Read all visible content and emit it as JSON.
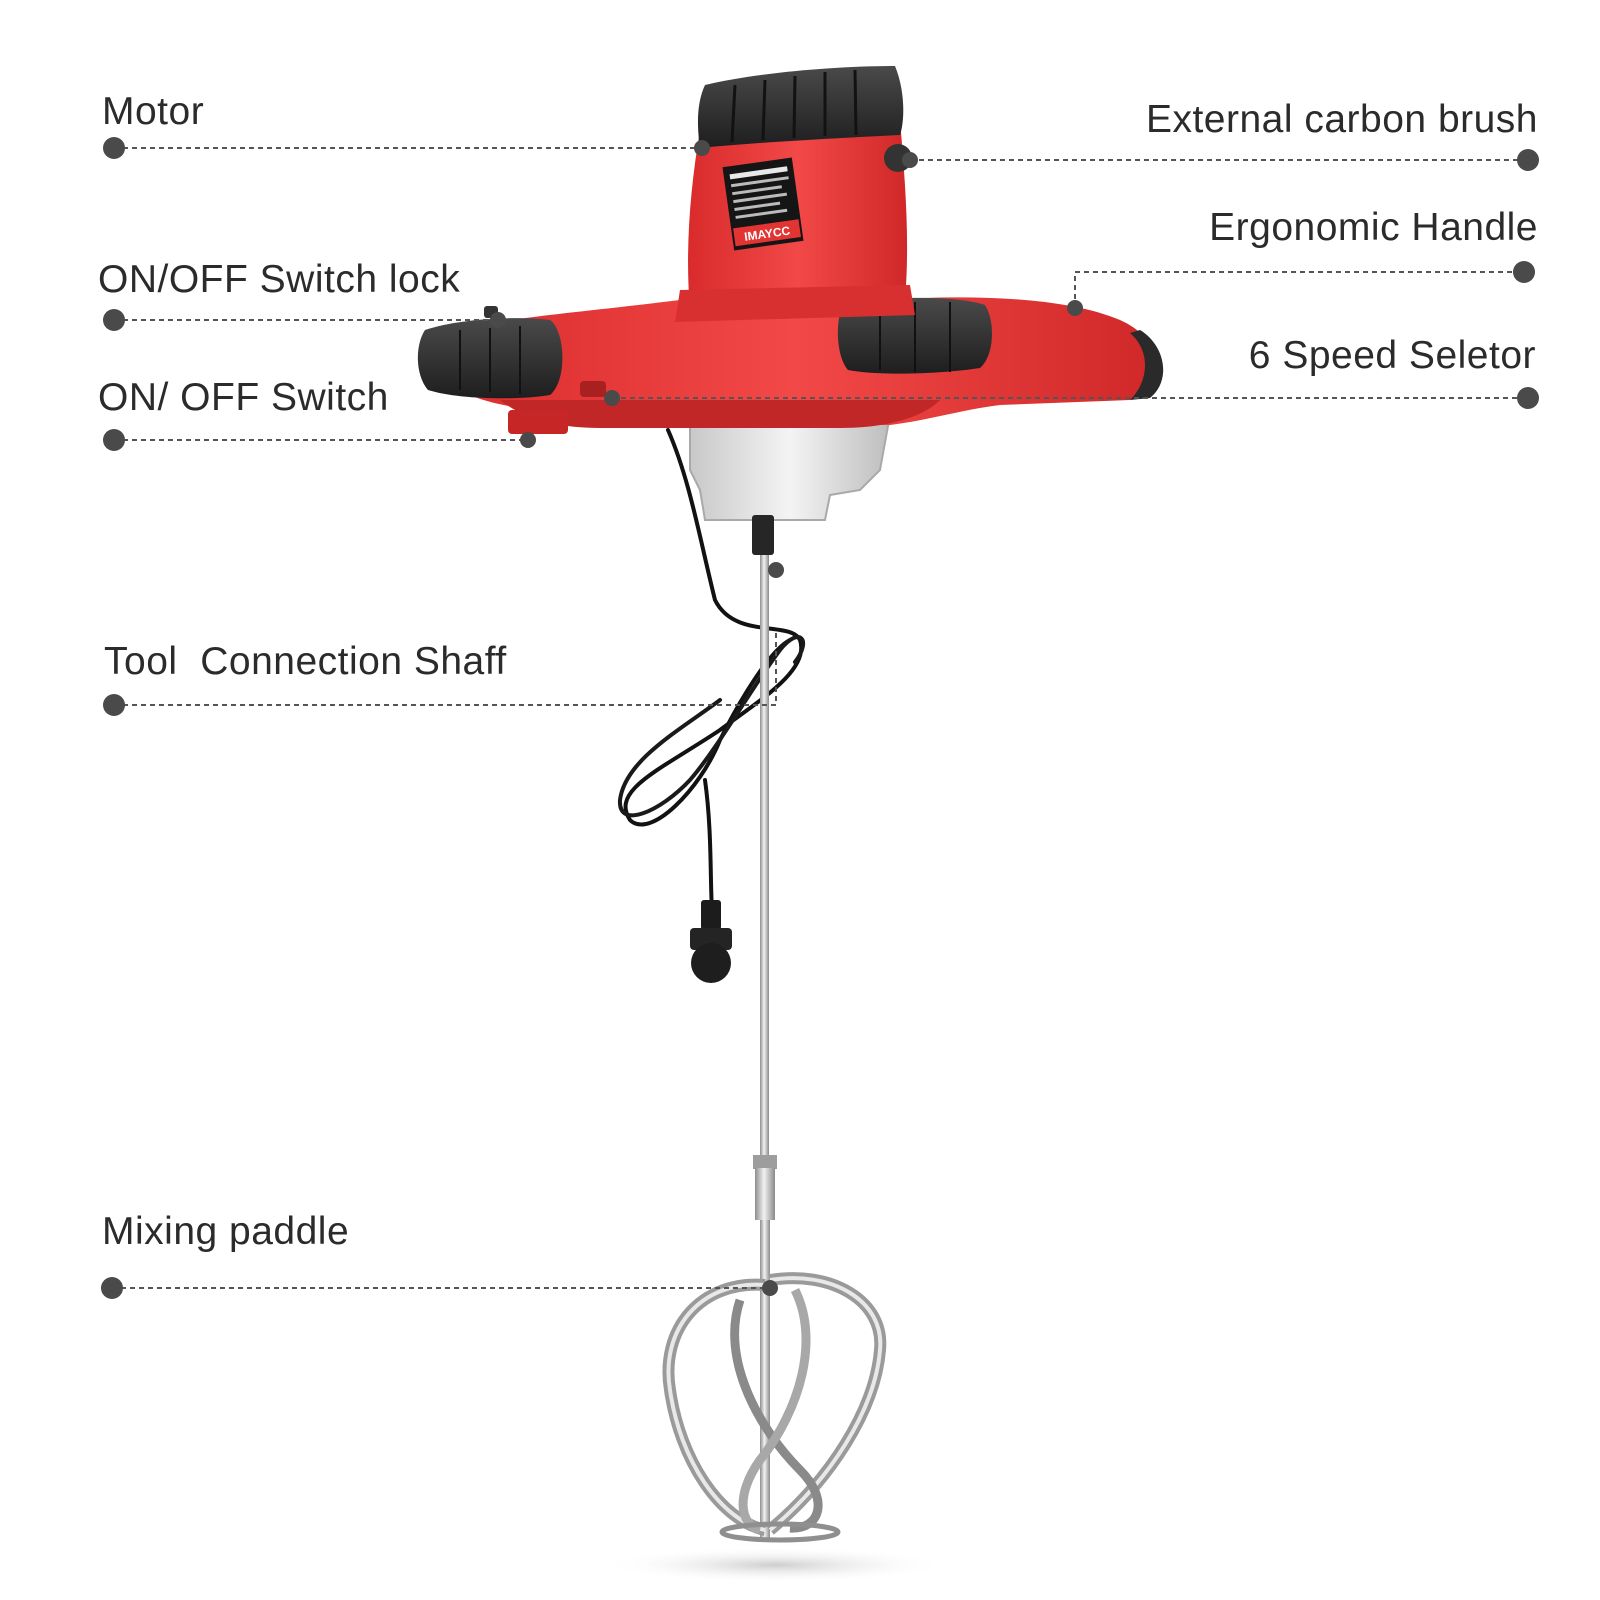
{
  "colors": {
    "background": "#ffffff",
    "label_text": "#2b2b2b",
    "leader_line": "#555555",
    "dot": "#4a4a4a",
    "body_red": "#ee3b3b",
    "body_red_dark": "#c92828",
    "grip_black": "#2d2d2d",
    "gearbox_gray": "#e4e4e4",
    "shaft_silver": "#b9b9b9"
  },
  "brand": {
    "logo": "IMAYCC"
  },
  "callouts": {
    "motor": "Motor",
    "external_carbon_brush": "External carbon brush",
    "ergonomic_handle": "Ergonomic Handle",
    "switch_lock": "ON/OFF Switch lock",
    "speed_selector": "6 Speed Seletor",
    "on_off_switch": "ON/ OFF Switch",
    "tool_connection_shaft": "Tool  Connection Shaff",
    "mixing_paddle": "Mixing paddle"
  },
  "icons": {
    "leader_dot": "filled-circle",
    "product": "paddle-mixer-illustration"
  }
}
